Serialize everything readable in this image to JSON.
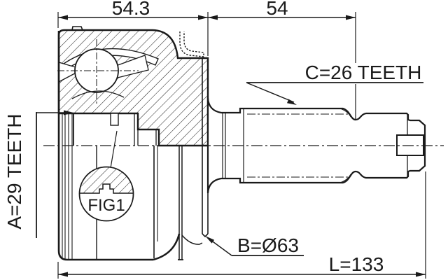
{
  "drawing": {
    "title": "cv-joint-outline-drawing",
    "background": "#ffffff",
    "line_color": "#1a1a1a",
    "dimensions": {
      "top_left_width": "54.3",
      "top_right_width": "54",
      "overall_length": "L=133",
      "body_diameter": "B=Ø63",
      "outer_spline_teeth": "C=26 TEETH",
      "inner_spline_teeth": "A=29 TEETH",
      "detail_label": "FIG1"
    }
  }
}
